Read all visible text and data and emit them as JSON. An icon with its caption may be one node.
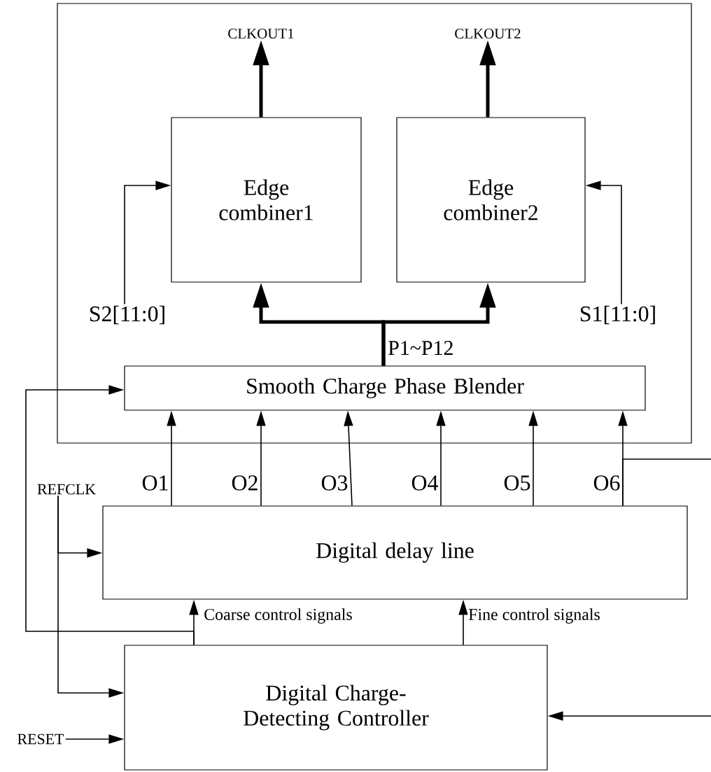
{
  "diagram": {
    "nodes": [
      {
        "text": [],
        "shape": "box"
      },
      {
        "text": [
          "Edge combiner1"
        ],
        "in": 0
      },
      {
        "text": [
          "Edge combiner2"
        ],
        "in": 0
      },
      {
        "text": [
          "Smooth Charge Phase Blender"
        ],
        "in": 0
      },
      {
        "text": [
          "Digital delay line"
        ]
      },
      {
        "text": [
          "Digital Charge-Detecting Controller"
        ]
      },
      {
        "text": [
          "CLKOUT1"
        ],
        "in": 0
      },
      {
        "text": [
          "CLKOUT2"
        ],
        "in": 0
      },
      {
        "text": [
          "S2[11:0]"
        ],
        "in": 0
      },
      {
        "text": [
          "S1[11:0]"
        ],
        "in": 0
      },
      {
        "text": [
          "REFCLK"
        ]
      },
      {
        "text": [
          "RESET"
        ]
      }
    ],
    "edges": [
      {
        "from": 1,
        "to": 6,
        "arrow": "to",
        "style": "thick"
      },
      {
        "from": 2,
        "to": 7,
        "arrow": "to",
        "style": "thick"
      },
      {
        "from": 8,
        "to": 1,
        "arrow": "to"
      },
      {
        "from": 9,
        "to": 2,
        "arrow": "to"
      },
      {
        "from": 3,
        "to": 1,
        "arrow": "to",
        "style": "thick",
        "label": "P1~P12"
      },
      {
        "from": 3,
        "to": 2,
        "arrow": "to",
        "style": "thick"
      },
      {
        "from": 4,
        "to": 3,
        "arrow": "to",
        "label": "O1"
      },
      {
        "from": 4,
        "to": 3,
        "arrow": "to",
        "label": "O2"
      },
      {
        "from": 4,
        "to": 3,
        "arrow": "to",
        "label": "O3"
      },
      {
        "from": 4,
        "to": 3,
        "arrow": "to",
        "label": "O4"
      },
      {
        "from": 4,
        "to": 3,
        "arrow": "to",
        "label": "O5"
      },
      {
        "from": 4,
        "to": 3,
        "arrow": "to",
        "label": "O6"
      },
      {
        "from": 5,
        "to": 4,
        "arrow": "to",
        "label": "Coarse control signals"
      },
      {
        "from": 5,
        "to": 4,
        "arrow": "to",
        "label": "Fine control signals"
      },
      {
        "from": 5,
        "to": 3,
        "arrow": "to"
      },
      {
        "from": 10,
        "to": 4,
        "arrow": "to"
      },
      {
        "from": 10,
        "to": 5,
        "arrow": "to"
      },
      {
        "from": 11,
        "to": 5,
        "arrow": "to"
      },
      {
        "from": 4,
        "to": null,
        "arrow": "none"
      },
      {
        "from": null,
        "to": 5,
        "arrow": "to"
      }
    ]
  }
}
